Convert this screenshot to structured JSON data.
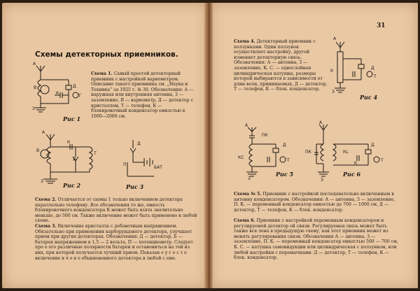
{
  "left_page": {
    "title": "Схемы детекторных приемников.",
    "scheme1_heading": "Схема 1.",
    "scheme1_text": "Самый простой детекторный приемник с настройкой вариометром. Описание такого приемника см. „Наука и Техника“ за 1925 г. № 30. Обозначения: А — наружная или внутренняя антенна, З — заземление, В — вариометр, Д — детектор с кристаллом, Т — телефон, К — блокировочный конденсатор емкостью в 1000—2000 см.",
    "scheme2_heading": "Схема 2.",
    "scheme2_text": "Отличается от схемы 1 только включением детектора параллельно телефону. Все обозначения те же, емкость блокировочного конденсатора К может быть взята значительно меньше, до 500 см. Также включение может быть применено в любой схеме.",
    "scheme3_heading": "Схема 3.",
    "scheme3_text": "Включение кристалла с добавочным напряжением. Обязательно при применении карборундового детектора, улучшает прием при других детекторах. Обозначения: Д — детектор, Б — батарея напряжением в 1,5 — 2 вольта, П — потенциометр. Следует про о его различные полярности батареи и остановиться на той из них, при которой получается лучший прием. Показан е у г о с т о включение в ч о в о обыкновенного детектора в любой с еме."
  },
  "right_page": {
    "page_number": "31",
    "scheme4_heading": "Схема 4.",
    "scheme4_text": "Детекторный приемник с ползунками. Один ползунок осуществляет настройку, другой изменяет детекторную связь. Обозначения: А — антенна, З — заземление, К. С. — однослойная цилиндрическая катушка, размеры которой выбираются в зависимости от длин волн, принимаемых, Д — детектор, Т — телефон, К — блок. конденсатор.",
    "scheme5_heading": "Схема № 5.",
    "scheme5_text": "Приемник с настройкой последовательно включенным в антенну конденсатором. Обозначения: А — антенна, З — заземление, П. К. — переменный конденсатор емкостью до 700 — 1000 см, Д — детектор, Т — телефон, К — блок. конденсатор.",
    "scheme6_heading": "Схема 6.",
    "scheme6_text": "Приемник с настройкой переменным конденсатором и регулируемой детектор ой связи. Регулируемая связь может быть также вся лена в предыдущую схему, как этот приемник может из менять регулирования связи. Обозначения А — антенна, З — заземление, П. К. — переменный конденсатор емкостью 500 — 700 см, К. С. — катушка самоиндукции или цилиндрическая с ползунком, или любой настройки с перемычками. Д — детектор, Т — телефон, К — блок. конденсатор."
  },
  "figures": {
    "fig1": "Рис 1",
    "fig2": "Рис 2",
    "fig3": "Рис 3",
    "fig4": "Рис 4",
    "fig5": "Рис 5",
    "fig6": "Рис 6"
  },
  "labels": {
    "A": "А",
    "Z": "З",
    "V": "В",
    "D": "Д",
    "K": "К",
    "T": "Т",
    "B": "Б",
    "P": "П",
    "BAT": "БАТ",
    "KS": "КС",
    "PK": "ПК",
    "KL": "КL"
  }
}
